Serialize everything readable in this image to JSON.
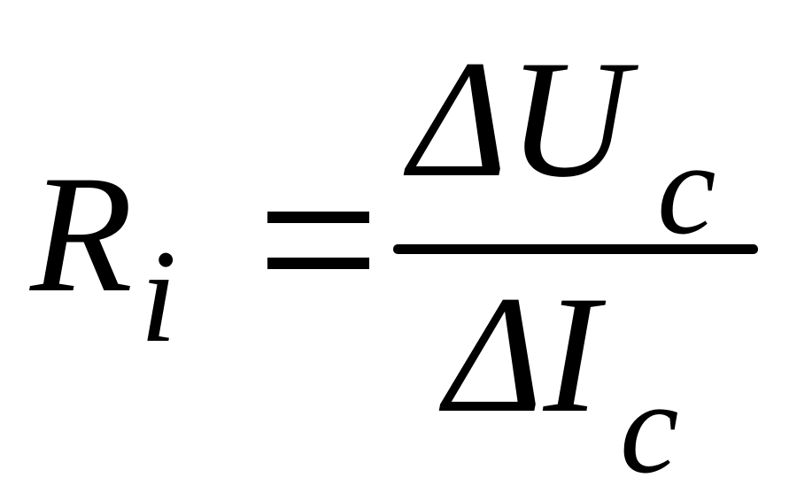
{
  "formula": {
    "lhs": {
      "symbol": "R",
      "subscript": "i"
    },
    "relation": "=",
    "fraction": {
      "numerator": {
        "symbol": "ΔU",
        "subscript": "c"
      },
      "denominator": {
        "symbol": "ΔI",
        "subscript": "c"
      }
    }
  },
  "colors": {
    "text": "#000000",
    "background": "#ffffff"
  }
}
